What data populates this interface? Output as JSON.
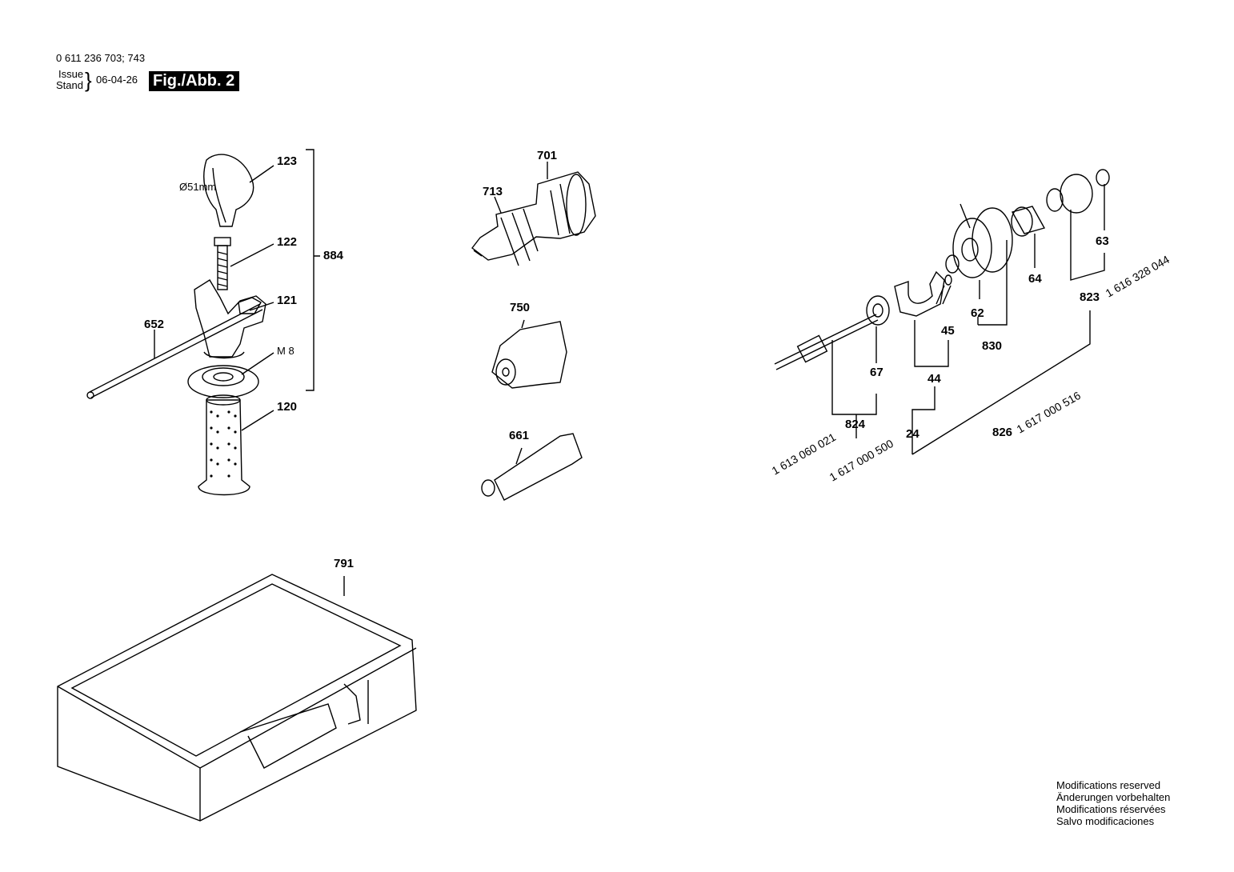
{
  "header": {
    "article_numbers": "0 611 236 703; 743",
    "issue_label": "Issue",
    "stand_label": "Stand",
    "brace": "}",
    "date": "06-04-26",
    "figure": "Fig./Abb. 2"
  },
  "labels": {
    "p123": "123",
    "p122": "122",
    "p121": "121",
    "p120": "120",
    "p884": "884",
    "p652": "652",
    "m8": "M 8",
    "diameter": "Ø51mm",
    "p701": "701",
    "p713": "713",
    "p750": "750",
    "p661": "661",
    "p791": "791",
    "p67": "67",
    "p44": "44",
    "p45": "45",
    "p62": "62",
    "p64": "64",
    "p63": "63",
    "p830": "830",
    "p823": "823",
    "p824": "824",
    "p24": "24",
    "p826": "826"
  },
  "part_numbers": {
    "pn823": "1 616 328 044",
    "pn824": "1 613 060 021",
    "pn24": "1 617 000 500",
    "pn826": "1 617 000 516"
  },
  "modifications": [
    "Modifications reserved",
    "Änderungen vorbehalten",
    "Modifications réservées",
    "Salvo modificaciones"
  ]
}
